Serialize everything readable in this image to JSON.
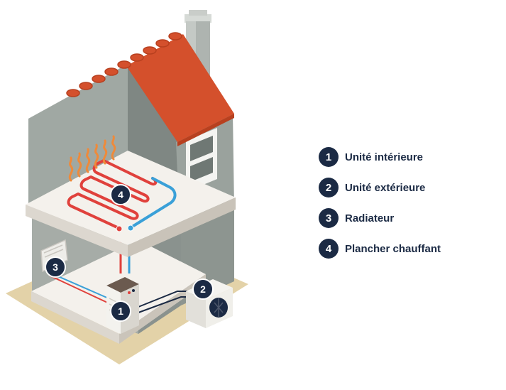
{
  "colors": {
    "navy": "#1b2a44",
    "roof": "#d4502c",
    "heating_pipe": "#e0413c",
    "cold_pipe": "#3aa0d8",
    "heat_waves": "#ef8a3a",
    "ground": "#e3d2a8",
    "wall_light": "#9ea5a0",
    "wall_dark": "#7d8581",
    "floor": "#f4f1ec"
  },
  "badges": {
    "interior_unit": "1",
    "exterior_unit": "2",
    "radiator": "3",
    "floor_heating": "4"
  },
  "legend": [
    {
      "number": "1",
      "label": "Unité intérieure"
    },
    {
      "number": "2",
      "label": "Unité extérieure"
    },
    {
      "number": "3",
      "label": "Radiateur"
    },
    {
      "number": "4",
      "label": "Plancher chauffant"
    }
  ]
}
